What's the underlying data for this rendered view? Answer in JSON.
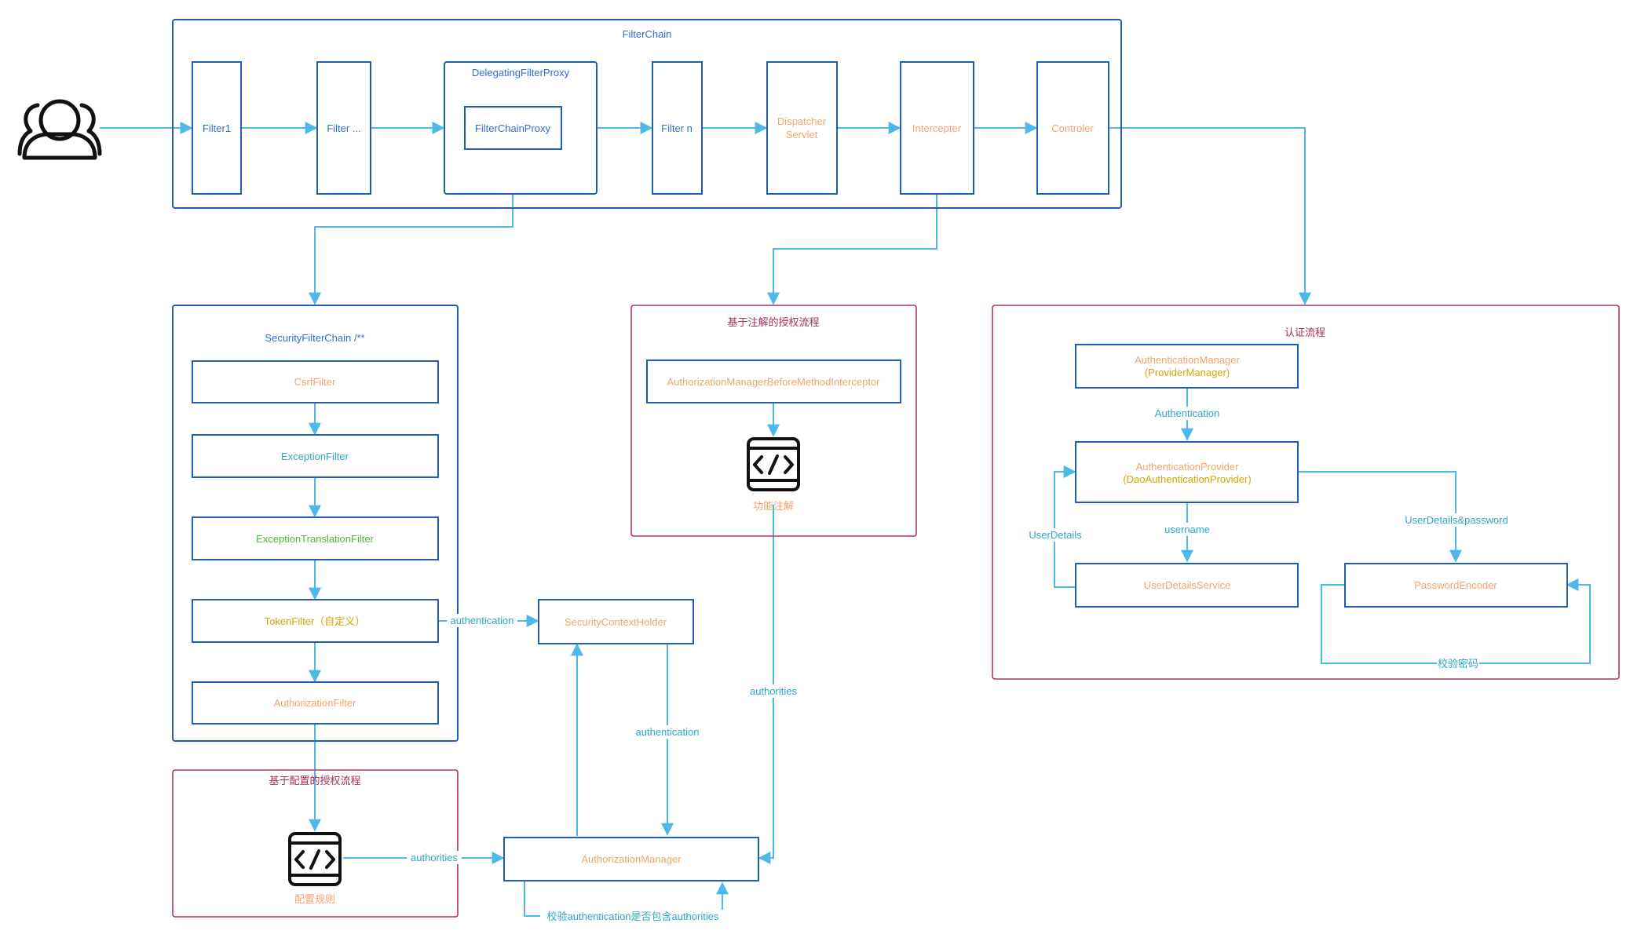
{
  "colors": {
    "blue_border": "#1e5fb4",
    "magenta_border": "#b3316a",
    "arrow": "#4db8ea",
    "orange_text": "#f5a36b",
    "blue_text": "#2f6fcf",
    "cyan_text": "#2aa8c8",
    "green_text": "#52b33a",
    "gold_text": "#d7a400",
    "pink_title": "#a2305f",
    "dark_icon": "#111111"
  },
  "filter_chain": {
    "title": "FilterChain",
    "filter1": "Filter1",
    "filter_dots": "Filter ...",
    "delegating_proxy": "DelegatingFilterProxy",
    "filter_chain_proxy": "FilterChainProxy",
    "filter_n": "Filter n",
    "dispatcher_line1": "Dispatcher",
    "dispatcher_line2": "Servlet",
    "intercepter": "Intercepter",
    "controller": "Controler"
  },
  "security_filter_chain": {
    "title": "SecurityFilterChain /**",
    "csrf": "CsrfFilter",
    "exception": "ExceptionFilter",
    "exception_translation": "ExceptionTranslationFilter",
    "token": "TokenFilter（自定义）",
    "authorization": "AuthorizationFilter"
  },
  "config_auth": {
    "title": "基于配置的授权流程",
    "icon_label": "配置规则"
  },
  "annotation_auth": {
    "title": "基于注解的授权流程",
    "interceptor": "AuthorizationManagerBeforeMethodInterceptor",
    "icon_label": "功能注解"
  },
  "center": {
    "security_context_holder": "SecurityContextHolder",
    "authorization_manager": "AuthorizationManager",
    "edge_authentication_token": "authentication",
    "edge_authentication_up": "authentication",
    "edge_authorities_annotation": "authorities",
    "edge_authorities_config": "authorities",
    "edge_check": "校验authentication是否包含authorities"
  },
  "authentication_flow": {
    "title": "认证流程",
    "manager_line1": "AuthenticationManager",
    "manager_line2": "(ProviderManager)",
    "edge_authentication": "Authentication",
    "provider_line1": "AuthenticationProvider",
    "provider_line2": "(DaoAuthenticationProvider)",
    "edge_username": "username",
    "edge_userdetails": "UserDetails",
    "edge_userdetails_password": "UserDetails&password",
    "user_details_service": "UserDetailsService",
    "password_encoder": "PasswordEncoder",
    "edge_check_password": "校验密码"
  }
}
